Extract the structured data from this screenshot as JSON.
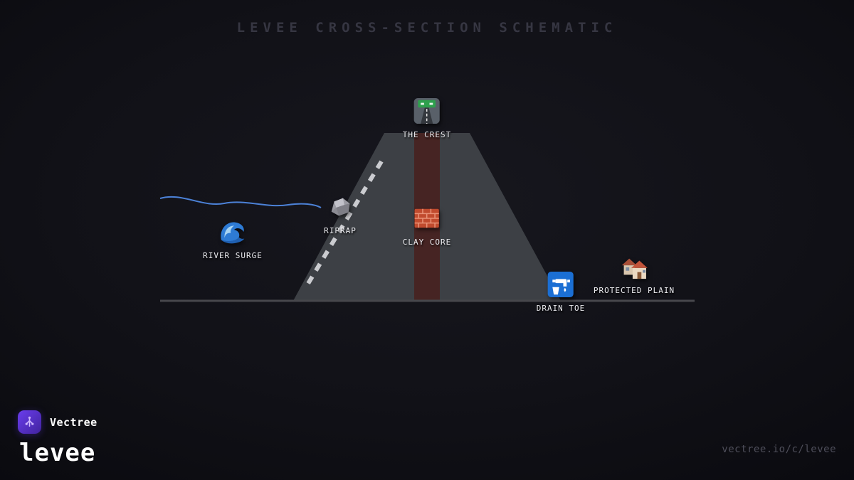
{
  "title": "LEVEE CROSS-SECTION SCHEMATIC",
  "nodes": {
    "crest": {
      "label": "THE CREST",
      "icon": "motorway-icon"
    },
    "riprap": {
      "label": "RIPRAP",
      "icon": "rock-icon"
    },
    "river_surge": {
      "label": "RIVER SURGE",
      "icon": "wave-icon"
    },
    "clay_core": {
      "label": "CLAY CORE",
      "icon": "brick-icon"
    },
    "drain_toe": {
      "label": "DRAIN TOE",
      "icon": "faucet-icon"
    },
    "protected_plain": {
      "label": "PROTECTED PLAIN",
      "icon": "houses-icon"
    }
  },
  "branding": {
    "app_name": "Vectree",
    "project_name": "levee",
    "url": "vectree.io/c/levee"
  },
  "colors": {
    "levee_fill": "#3d4045",
    "clay_core_fill": "#47211f",
    "water_blue": "#4c82d8",
    "ground_gray": "#47474c",
    "dash_color": "#d8d8dc",
    "logo_purple": "#5a36e0",
    "label_light": "#ececf0",
    "title_dim": "#363642",
    "url_gray": "#4e4e5a"
  }
}
